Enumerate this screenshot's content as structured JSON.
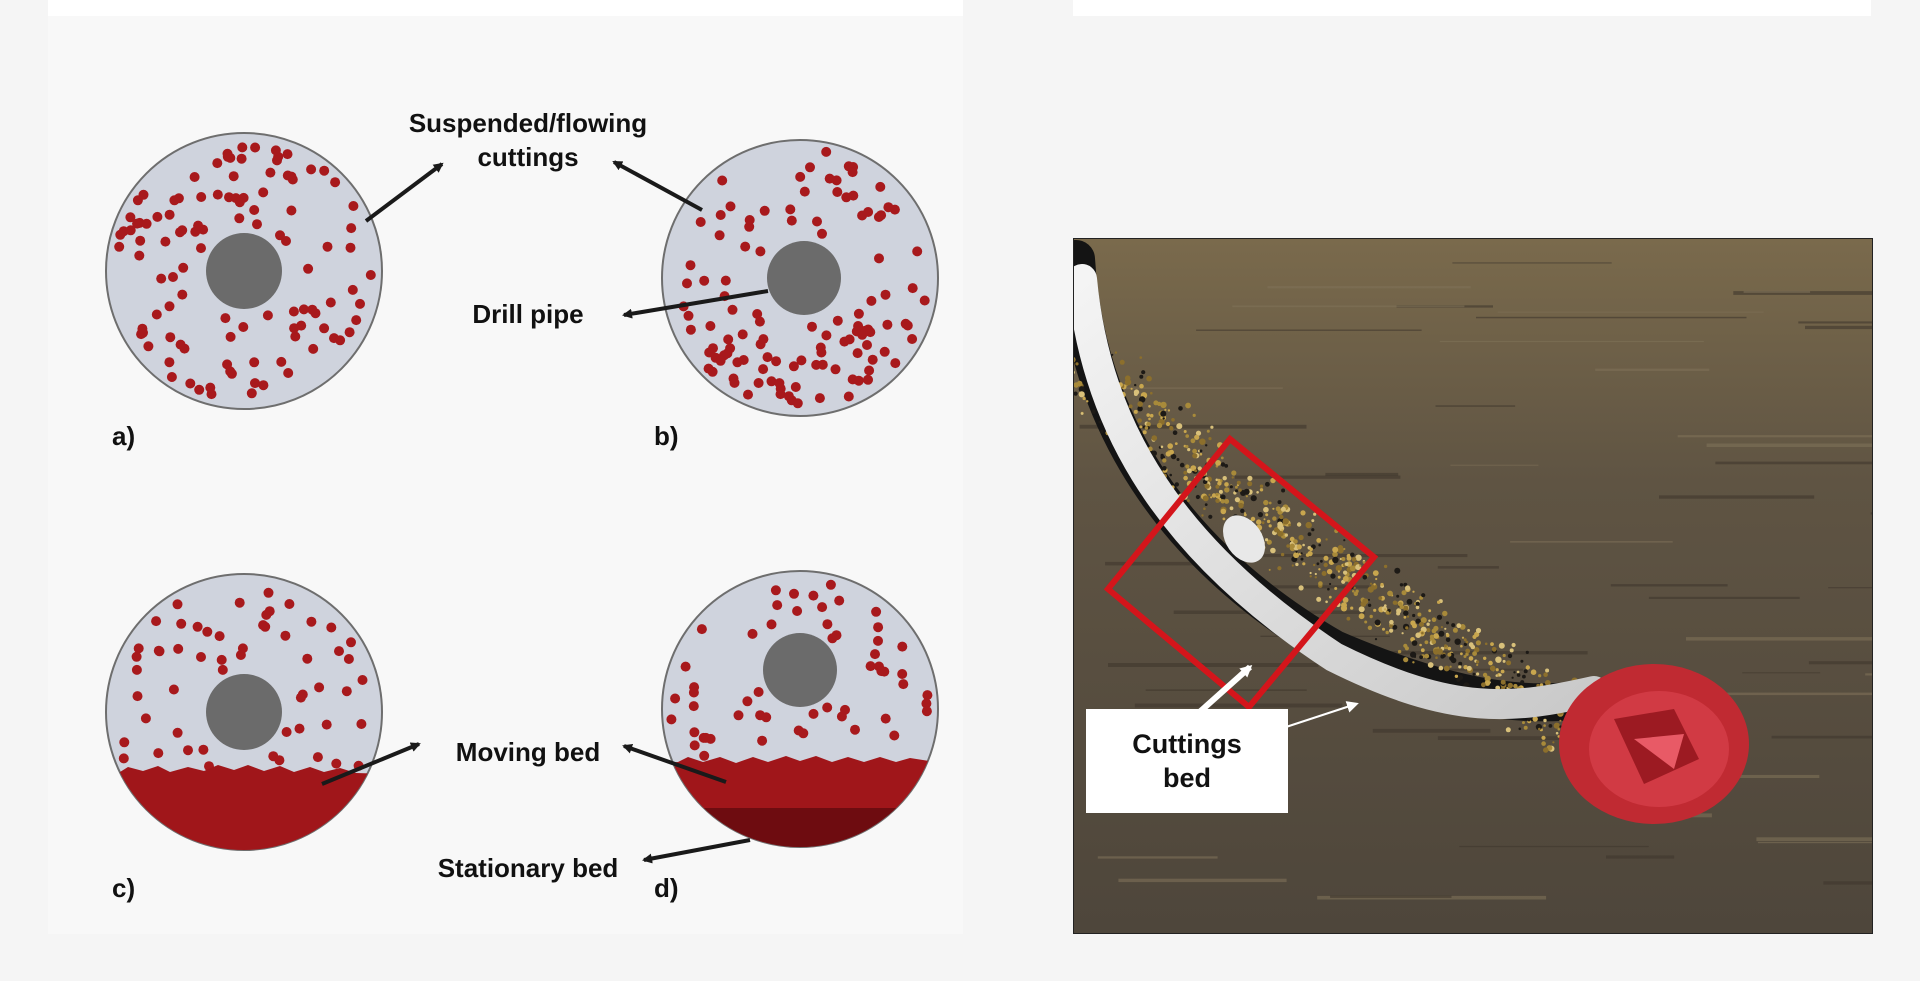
{
  "diagram": {
    "labels": {
      "suspended": [
        "Suspended/flowing",
        "cuttings"
      ],
      "drill_pipe": "Drill pipe",
      "moving_bed": "Moving bed",
      "stationary_bed": "Stationary bed"
    },
    "panels": [
      {
        "id": "a",
        "label": "a)"
      },
      {
        "id": "b",
        "label": "b)"
      },
      {
        "id": "c",
        "label": "c)"
      },
      {
        "id": "d",
        "label": "d)"
      }
    ],
    "colors": {
      "annulus": "#cfd3dd",
      "cuttings": "#a8191c",
      "bed": "#9e1518",
      "stationary": "#6e0c10",
      "pipe": "#6b6b6b"
    }
  },
  "photo": {
    "callout": "Cuttings\nbed",
    "colors": {
      "highlight": "#d4151b",
      "formation": "#5e5242"
    }
  }
}
